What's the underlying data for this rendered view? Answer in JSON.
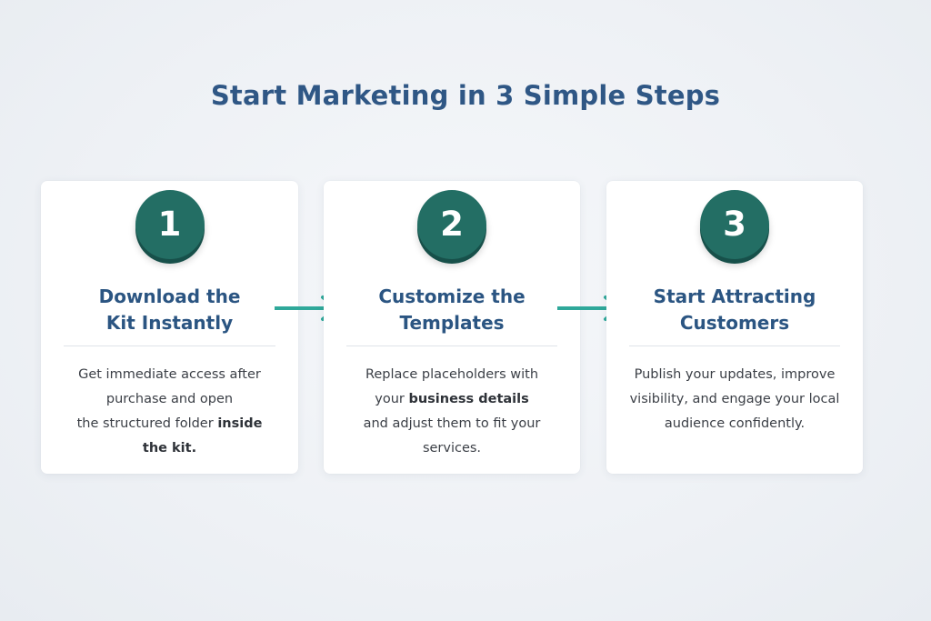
{
  "title": "Start Marketing in 3 Simple Steps",
  "colors": {
    "title": "#2f5785",
    "badge": "#236e64",
    "arrow": "#2fa89a",
    "card_title": "#2b5582"
  },
  "steps": [
    {
      "number": "1",
      "title_lines": [
        "Download the",
        "Kit Instantly"
      ],
      "desc": {
        "l1": "Get immediate access after",
        "l2": "purchase and open",
        "l3a": "the structured folder ",
        "l3b": "inside",
        "l4": "the kit."
      }
    },
    {
      "number": "2",
      "title_lines": [
        "Customize the",
        "Templates"
      ],
      "desc": {
        "l1": "Replace placeholders with",
        "l2a": "your ",
        "l2b": "business details",
        "l3": "and adjust them to fit your",
        "l4": "services."
      }
    },
    {
      "number": "3",
      "title_lines": [
        "Start Attracting",
        "Customers"
      ],
      "desc": {
        "l1": "Publish your updates, improve",
        "l2": "visibility, and engage your local",
        "l3": "audience confidently."
      }
    }
  ],
  "arrows": [
    {
      "icon": "arrow-right-icon"
    },
    {
      "icon": "arrow-right-icon"
    }
  ]
}
